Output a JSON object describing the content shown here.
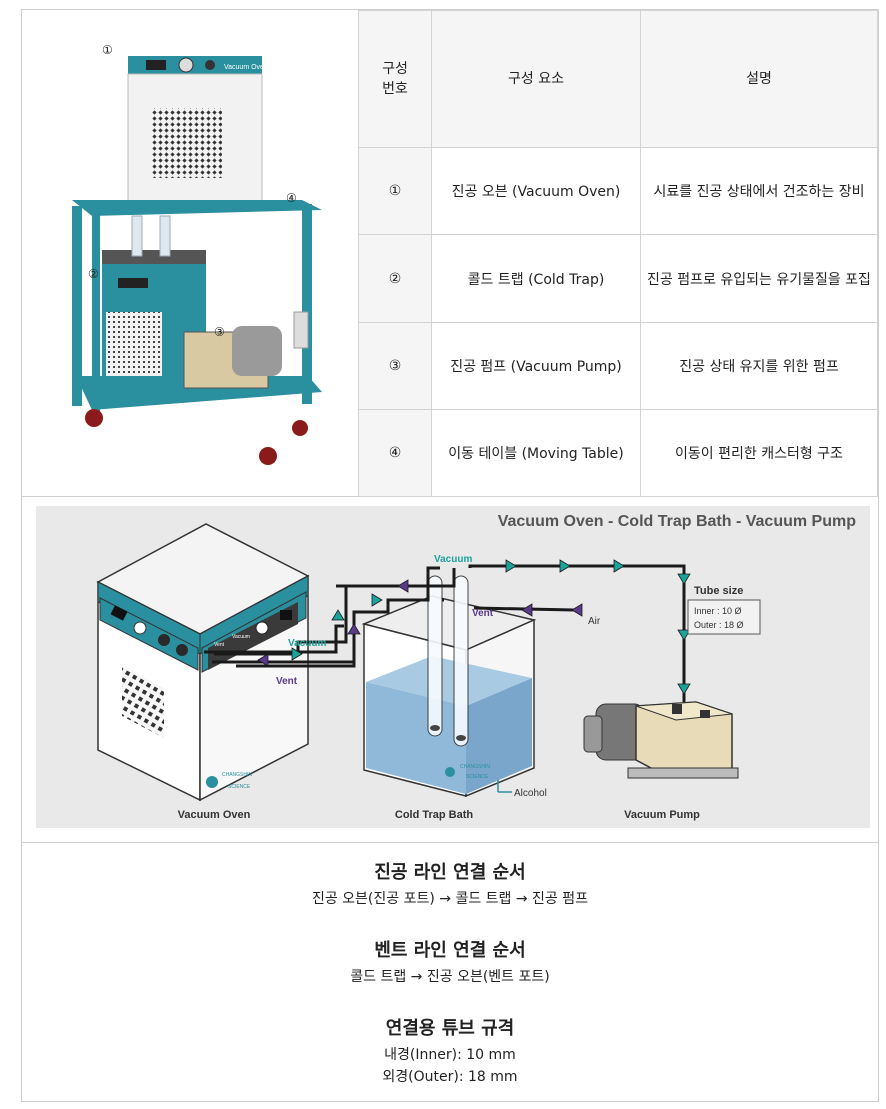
{
  "table": {
    "headers": [
      "구성\n번호",
      "구성 요소",
      "설명"
    ],
    "rows": [
      {
        "num": "①",
        "component": "진공 오븐 (Vacuum Oven)",
        "desc": "시료를 진공 상태에서 건조하는 장비"
      },
      {
        "num": "②",
        "component": "콜드 트랩 (Cold Trap)",
        "desc": "진공 펌프로 유입되는 유기물질을 포집"
      },
      {
        "num": "③",
        "component": "진공 펌프 (Vacuum Pump)",
        "desc": "진공 상태 유지를 위한 펌프"
      },
      {
        "num": "④",
        "component": "이동 테이블 (Moving Table)",
        "desc": "이동이 편리한 캐스터형 구조"
      }
    ]
  },
  "photo": {
    "markers": [
      "①",
      "②",
      "③",
      "④"
    ],
    "oven_panel_text": "Vacuum Oven"
  },
  "diagram": {
    "title": "Vacuum Oven - Cold Trap Bath - Vacuum Pump",
    "labels": {
      "vacuum_top": "Vacuum",
      "vent_right": "Vent",
      "air": "Air",
      "vacuum_left": "Vacuum",
      "vent_left": "Vent",
      "alcohol": "Alcohol",
      "oven_port_vent": "Vent",
      "oven_port_vacuum": "Vacuum",
      "brand": "CHANGSHIN",
      "brand_sub": "SCIENCE"
    },
    "tube": {
      "title": "Tube size",
      "inner": "Inner : 10 Ø",
      "outer": "Outer : 18 Ø"
    },
    "captions": {
      "oven": "Vacuum Oven",
      "trap": "Cold Trap Bath",
      "pump": "Vacuum Pump"
    }
  },
  "info": {
    "vacuum_title": "진공 라인 연결 순서",
    "vacuum_text": "진공 오븐(진공 포트) → 콜드 트랩 → 진공 펌프",
    "vent_title": "벤트 라인 연결 순서",
    "vent_text": "콜드 트랩 → 진공 오븐(벤트 포트)",
    "tube_title": "연결용 튜브 규격",
    "tube_inner": "내경(Inner): 10 mm",
    "tube_outer": "외경(Outer): 18 mm"
  },
  "colors": {
    "teal": "#2a8f9e",
    "arrow_teal": "#1aa39a",
    "arrow_purple": "#5a3a8a",
    "water": "#8fb8d9",
    "diagram_bg": "#e9e9e9"
  }
}
